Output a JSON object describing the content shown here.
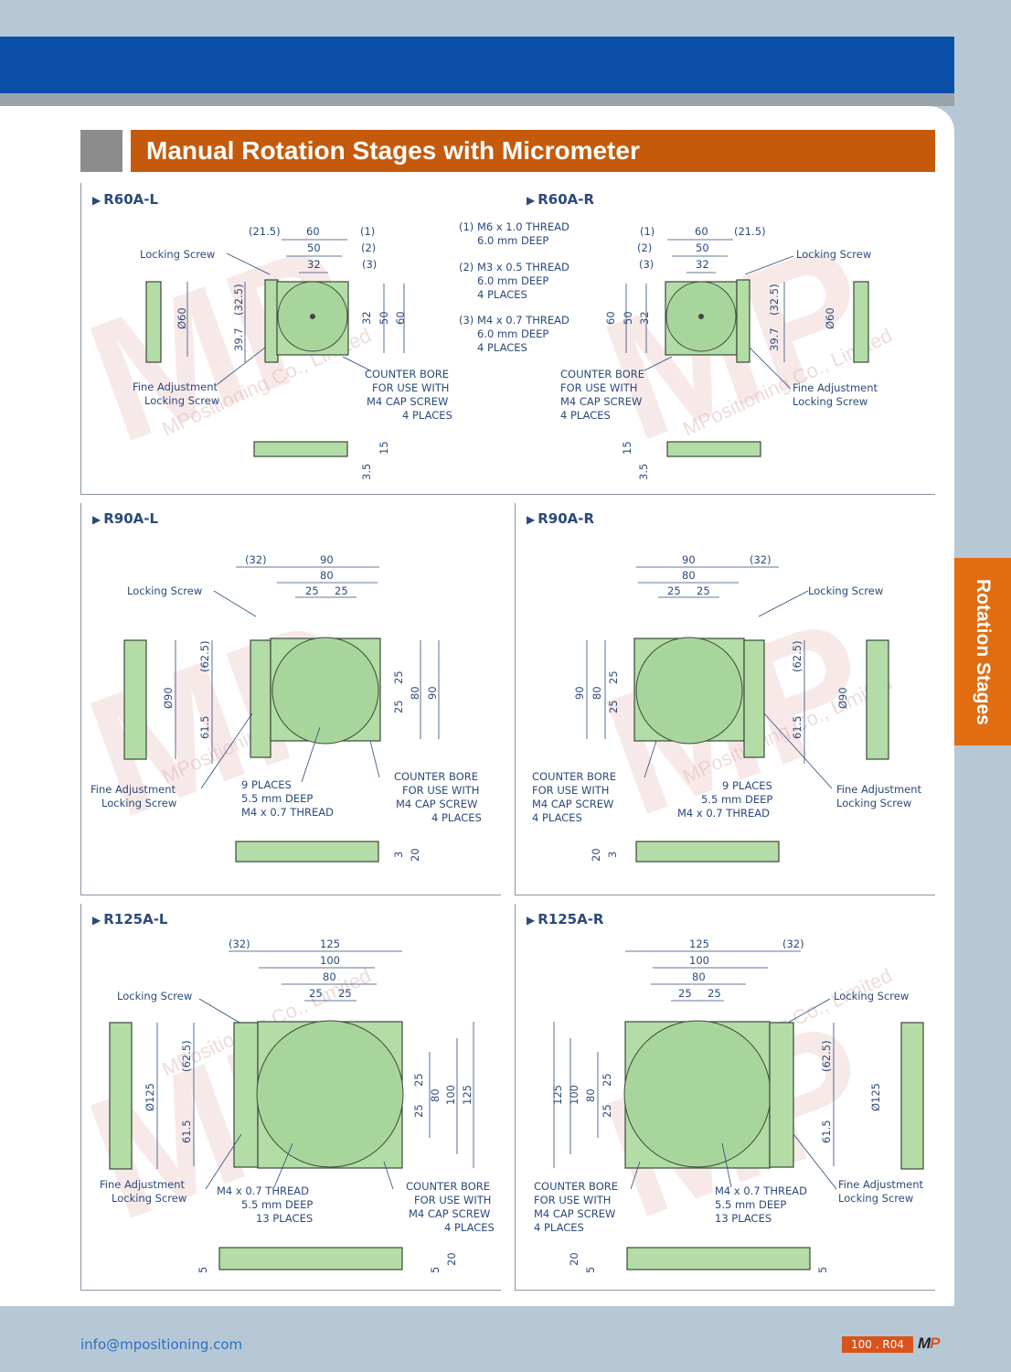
{
  "header": {
    "title": "Manual Rotation Stages with Micrometer"
  },
  "side_tab": {
    "label": "Rotation Stages"
  },
  "footer": {
    "email": "info@mpositioning.com",
    "page": "100 . R04",
    "logo_m": "M",
    "logo_p": "P"
  },
  "watermark": {
    "mp": "MP",
    "company": "MPositioning Co., Limited"
  },
  "sections": {
    "r60l": {
      "label": "R60A-L",
      "locking": "Locking Screw",
      "fine1": "Fine Adjustment",
      "fine2": "Locking Screw",
      "cb": [
        "COUNTER BORE",
        "FOR USE WITH",
        "M4 CAP SCREW",
        "4 PLACES"
      ],
      "dims": {
        "d215": "(21.5)",
        "d60": "60",
        "d50": "50",
        "d32": "32",
        "d325": "(32.5)",
        "d397": "39.7",
        "phi60": "Ø60",
        "v32": "32",
        "v50": "50",
        "v60": "60",
        "n1": "(1)",
        "n2": "(2)",
        "n3": "(3)",
        "h15": "15",
        "h35": "3.5"
      }
    },
    "notes": {
      "t1a": "(1) M6 x 1.0 THREAD",
      "t1b": "6.0 mm DEEP",
      "t2a": "(2) M3 x 0.5 THREAD",
      "t2b": "6.0 mm DEEP",
      "t2c": "4 PLACES",
      "t3a": "(3) M4 x 0.7 THREAD",
      "t3b": "6.0 mm DEEP",
      "t3c": "4 PLACES"
    },
    "r60r": {
      "label": "R60A-R",
      "locking": "Locking Screw",
      "fine1": "Fine Adjustment",
      "fine2": "Locking Screw",
      "cb": [
        "COUNTER BORE",
        "FOR USE WITH",
        "M4 CAP SCREW",
        "4 PLACES"
      ]
    },
    "r90l": {
      "label": "R90A-L",
      "locking": "Locking Screw",
      "fine1": "Fine Adjustment",
      "fine2": "Locking Screw",
      "holes": [
        "9 PLACES",
        "5.5 mm DEEP",
        "M4 x 0.7 THREAD"
      ],
      "cb": [
        "COUNTER BORE",
        "FOR USE WITH",
        "M4 CAP SCREW",
        "4 PLACES"
      ],
      "dims": {
        "d32": "(32)",
        "d90": "90",
        "d80": "80",
        "d25": "25",
        "d625": "(62.5)",
        "d615": "61.5",
        "phi90": "Ø90",
        "h3": "3",
        "h20": "20"
      }
    },
    "r90r": {
      "label": "R90A-R",
      "locking": "Locking Screw",
      "fine1": "Fine Adjustment",
      "fine2": "Locking Screw",
      "holes": [
        "9 PLACES",
        "5.5 mm DEEP",
        "M4 x 0.7 THREAD"
      ],
      "cb": [
        "COUNTER BORE",
        "FOR USE WITH",
        "M4 CAP SCREW",
        "4 PLACES"
      ]
    },
    "r125l": {
      "label": "R125A-L",
      "locking": "Locking Screw",
      "fine1": "Fine Adjustment",
      "fine2": "Locking Screw",
      "holes": [
        "M4 x 0.7 THREAD",
        "5.5 mm DEEP",
        "13 PLACES"
      ],
      "cb": [
        "COUNTER BORE",
        "FOR USE WITH",
        "M4 CAP SCREW",
        "4 PLACES"
      ],
      "dims": {
        "d32": "(32)",
        "d125": "125",
        "d100": "100",
        "d80": "80",
        "d25": "25",
        "d625": "(62.5)",
        "d615": "61.5",
        "phi125": "Ø125",
        "h5": "5",
        "h20": "20"
      }
    },
    "r125r": {
      "label": "R125A-R",
      "locking": "Locking Screw",
      "fine1": "Fine Adjustment",
      "fine2": "Locking Screw",
      "holes": [
        "M4 x 0.7 THREAD",
        "5.5 mm DEEP",
        "13 PLACES"
      ],
      "cb": [
        "COUNTER BORE",
        "FOR USE WITH",
        "M4 CAP SCREW",
        "4 PLACES"
      ]
    }
  }
}
